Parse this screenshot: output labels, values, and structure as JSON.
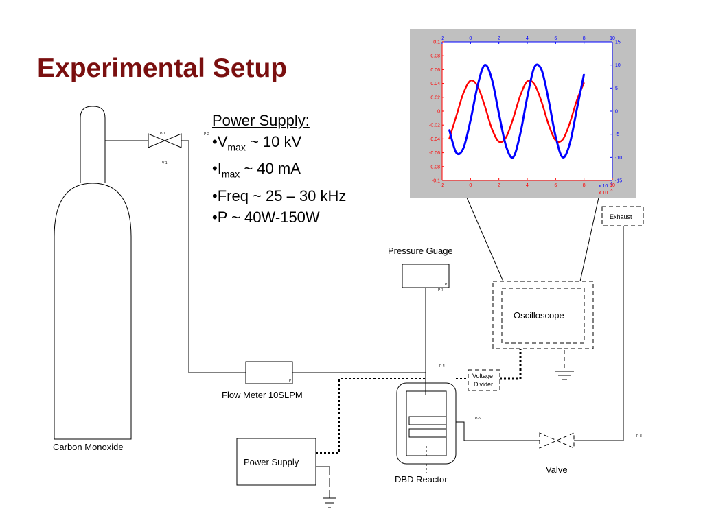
{
  "slide": {
    "title": "Experimental Setup"
  },
  "power_supply_specs": {
    "heading": "Power Supply:",
    "items": [
      {
        "bullet": "•",
        "label": "V",
        "sub": "max",
        "value": " ~ 10 kV"
      },
      {
        "bullet": "•",
        "label": "I",
        "sub": "max",
        "value": " ~ 40 mA"
      },
      {
        "bullet": "•",
        "label": "Freq ~ 25 – 30 kHz",
        "sub": "",
        "value": ""
      },
      {
        "bullet": "•",
        "label": "P ~ 40W-150W",
        "sub": "",
        "value": ""
      }
    ]
  },
  "diagram": {
    "labels": {
      "carbon_monoxide": "Carbon Monoxide",
      "flow_meter": "Flow Meter 10SLPM",
      "pressure_gauge": "Pressure Guage",
      "oscilloscope": "Oscilloscope",
      "voltage_divider_1": "Voltage",
      "voltage_divider_2": "Divider",
      "exhaust": "Exhaust",
      "power_supply": "Power Supply",
      "dbd_reactor": "DBD Reactor",
      "valve": "Valve"
    },
    "tags": {
      "p1": "P-1",
      "p2": "P-2",
      "v1": "V-1",
      "p4": "P-4",
      "p5": "P-5",
      "p7": "P-7",
      "p8": "P-8",
      "flow_meter_port": "P",
      "gauge_port": "P"
    }
  },
  "chart_data": {
    "type": "line",
    "x": [
      -1.5,
      -1.0,
      -0.5,
      0.0,
      0.5,
      1.0,
      1.5,
      2.0,
      2.5,
      3.0,
      3.5,
      4.0,
      4.5,
      5.0,
      5.5,
      6.0,
      6.5,
      7.0,
      7.5,
      8.0
    ],
    "series": [
      {
        "values": [
          -0.04,
          -0.007,
          0.026,
          0.044,
          0.036,
          0.008,
          -0.025,
          -0.044,
          -0.038,
          -0.011,
          0.022,
          0.043,
          0.039,
          0.014,
          -0.019,
          -0.042,
          -0.041,
          -0.017,
          0.016,
          0.041
        ]
      },
      {
        "values": [
          -4.0,
          -9.0,
          -8.0,
          -2.0,
          5.5,
          10.0,
          7.0,
          -0.5,
          -7.5,
          -10.0,
          -5.0,
          3.0,
          9.5,
          9.0,
          2.5,
          -5.5,
          -10.0,
          -7.0,
          0.5,
          8.0
        ]
      }
    ],
    "x_ticks": [
      "-2",
      "0",
      "2",
      "4",
      "6",
      "8",
      "10"
    ],
    "x_top_ticks": [
      "-2",
      "0",
      "2",
      "4",
      "6",
      "8",
      "10"
    ],
    "y_left_ticks": [
      "0.1",
      "0.08",
      "0.06",
      "0.04",
      "0.02",
      "0",
      "-0.02",
      "-0.04",
      "-0.06",
      "-0.08",
      "-0.1"
    ],
    "y_right_ticks": [
      "15",
      "10",
      "5",
      "0",
      "-5",
      "-10",
      "-15"
    ],
    "x_multiplier_blue": "x 10",
    "x_multiplier_red": "x 10",
    "x_multiplier_exponent": "-5",
    "xlim": [
      -2,
      10
    ],
    "ylim_left": [
      -0.1,
      0.1
    ],
    "ylim_right": [
      -15,
      15
    ],
    "colors": {
      "left": "#ff0000",
      "right": "#0000ff",
      "panel": "#c0c0c0",
      "plot_bg": "#ffffff"
    },
    "grid": false
  },
  "colors": {
    "title": "#7a0f0f",
    "line": "#000000"
  }
}
